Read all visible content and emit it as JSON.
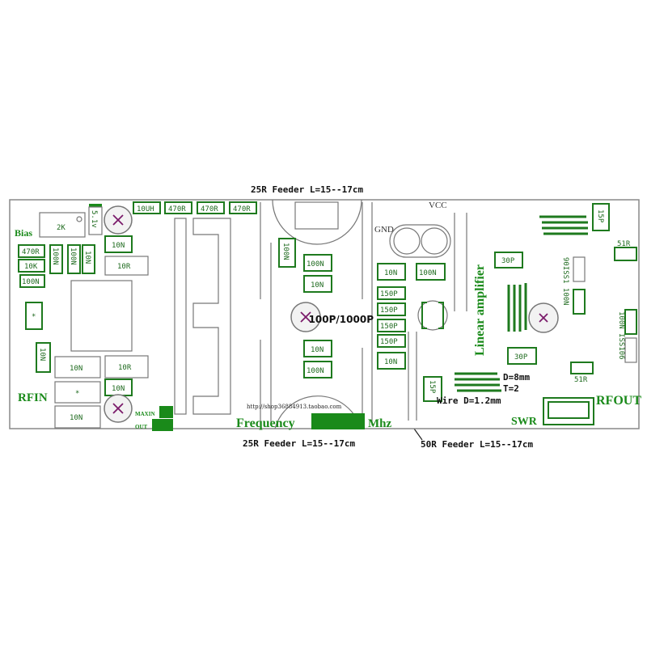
{
  "title": "Linear amplifier PCB silkscreen",
  "feeders": {
    "top": "25R Feeder L=15--17cm",
    "bottom": "25R Feeder L=15--17cm",
    "output": "50R Feeder L=15--17cm"
  },
  "labels": {
    "bias": "Bias",
    "rfin": "RFIN",
    "rfout": "RFOUT",
    "swr": "SWR",
    "gnd": "GND",
    "vcc": "VCC",
    "maxin": "MAXIN",
    "out": "OUT",
    "linear_amplifier": "Linear amplifier",
    "url": "http://shop36884913.taobao.com",
    "frequency": "Frequency",
    "mhz": "Mhz",
    "cap_select": "100P/1000P",
    "coil_d": "D=8mm",
    "coil_t": "T=2",
    "wire_d": "Wire D=1.2mm"
  },
  "components": {
    "c2k": "2K",
    "c51v": "5.1v",
    "c10uh": "10UH",
    "c470a": "470R",
    "c470b": "470R",
    "c470c": "470R",
    "c470d": "470R",
    "c10k": "10K",
    "c100na": "100N",
    "v100na": "100N",
    "v100nb": "100N",
    "v10na": "10N",
    "c10nb": "10N",
    "c10ra": "10R",
    "v10nc": "10N",
    "c10nd": "10N",
    "c10rb": "10R",
    "c10ne": "10N",
    "c10nf": "10N",
    "star1": "*",
    "star2": "*",
    "v100nc": "100N",
    "c100nd": "100N",
    "c10ng": "10N",
    "c10nh": "10N",
    "c100ne": "100N",
    "c10ni": "10N",
    "c100nf": "100N",
    "p150a": "150P",
    "p150b": "150P",
    "p150c": "150P",
    "p150d": "150P",
    "c10nj": "10N",
    "p15a": "15P",
    "p15b": "15P",
    "p30a": "30P",
    "p30b": "30P",
    "r51a": "51R",
    "r51b": "51R",
    "iss_a": "90ISS1 100N",
    "iss_b": "100N ISS106"
  },
  "colors": {
    "silk": "#1a8a1a",
    "outline": "#777777",
    "trace_mark": "#7a1a6a"
  }
}
